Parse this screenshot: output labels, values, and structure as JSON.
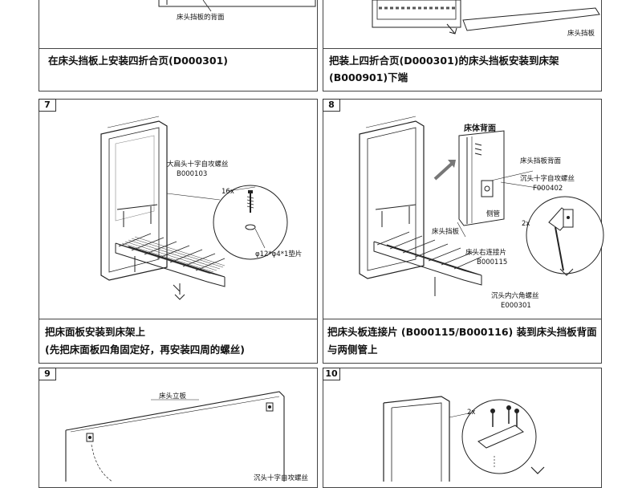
{
  "steps": [
    {
      "caption": [
        "在床头挡板上安装四折合页(D000301)"
      ],
      "labels": {
        "part": "床头挡板的背面"
      }
    },
    {
      "caption": [
        "把装上四折合页(D000301)的床头挡板安装到床架",
        "(B000901)下端"
      ],
      "labels": {
        "part": "床头挡板"
      }
    },
    {
      "number": "7",
      "caption": [
        "把床面板安装到床架上",
        "(先把床面板四角固定好，再安装四周的螺丝)"
      ],
      "labels": {
        "screw_name": "大扁头十字自攻螺丝",
        "screw_code": "B000103",
        "screw_qty": "16x",
        "washer": "φ12*φ4*1垫片"
      }
    },
    {
      "number": "8",
      "caption": [
        "把床头板连接片 (B000115/B000116) 装到床头挡板背面",
        "与两侧管上"
      ],
      "labels": {
        "bed_back": "床体背面",
        "headboard_back": "床头挡板背面",
        "countersunk_screw": "沉头十字自攻螺丝",
        "screw_code": "F000402",
        "side_tube": "侧管",
        "headboard": "床头挡板",
        "bracket_right": "床头右连接片",
        "bracket_code": "B000115",
        "qty": "2x",
        "hex_screw": "沉头内六角螺丝",
        "hex_code": "E000301"
      }
    },
    {
      "number": "9",
      "caption": [],
      "labels": {
        "part": "床头立板",
        "screw": "沉头十字自攻螺丝"
      }
    },
    {
      "number": "10",
      "caption": [],
      "labels": {
        "qty": "2x"
      }
    }
  ]
}
